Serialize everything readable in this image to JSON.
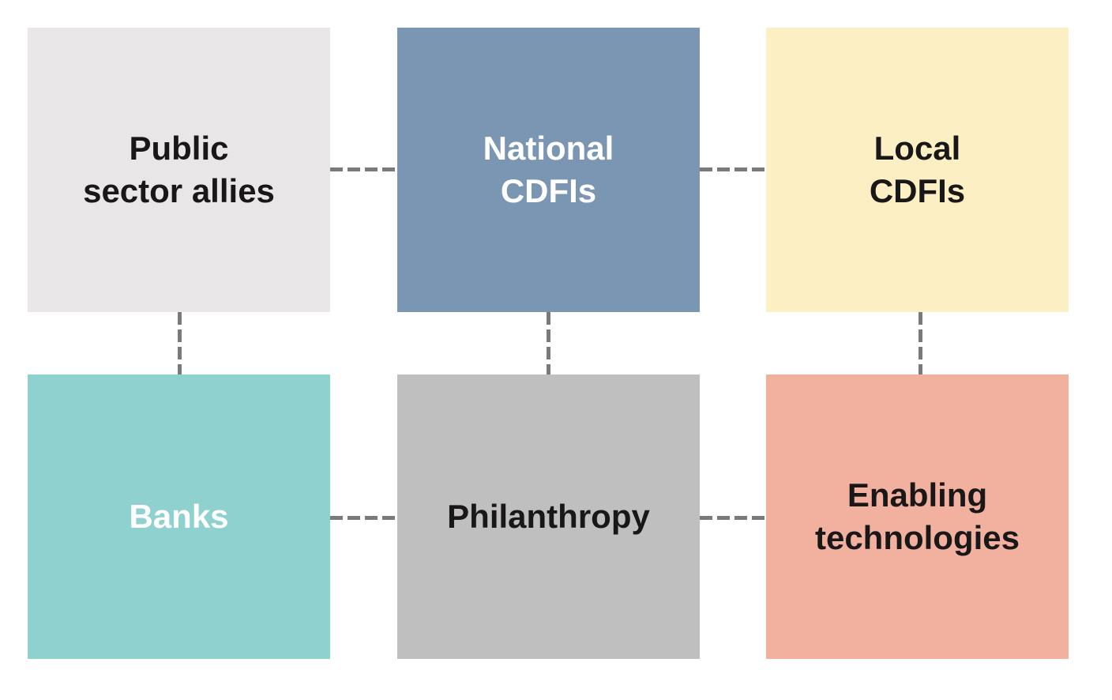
{
  "diagram": {
    "nodes": [
      {
        "id": "public",
        "label": "Public\nsector allies",
        "bg": "#e8e6e7",
        "fg": "#1a1718"
      },
      {
        "id": "national",
        "label": "National\nCDFIs",
        "bg": "#7b96b2",
        "fg": "#ffffff"
      },
      {
        "id": "local",
        "label": "Local\nCDFIs",
        "bg": "#fbefc3",
        "fg": "#1a1718"
      },
      {
        "id": "banks",
        "label": "Banks",
        "bg": "#8fd1cf",
        "fg": "#ffffff"
      },
      {
        "id": "philanthropy",
        "label": "Philanthropy",
        "bg": "#bfbfbf",
        "fg": "#1a1718"
      },
      {
        "id": "enabling",
        "label": "Enabling\ntechnologies",
        "bg": "#f2b19f",
        "fg": "#1a1718"
      }
    ],
    "edges": [
      [
        "public",
        "national"
      ],
      [
        "national",
        "local"
      ],
      [
        "banks",
        "philanthropy"
      ],
      [
        "philanthropy",
        "enabling"
      ],
      [
        "public",
        "banks"
      ],
      [
        "national",
        "philanthropy"
      ],
      [
        "local",
        "enabling"
      ]
    ],
    "connector_color": "#7a7a7a"
  }
}
